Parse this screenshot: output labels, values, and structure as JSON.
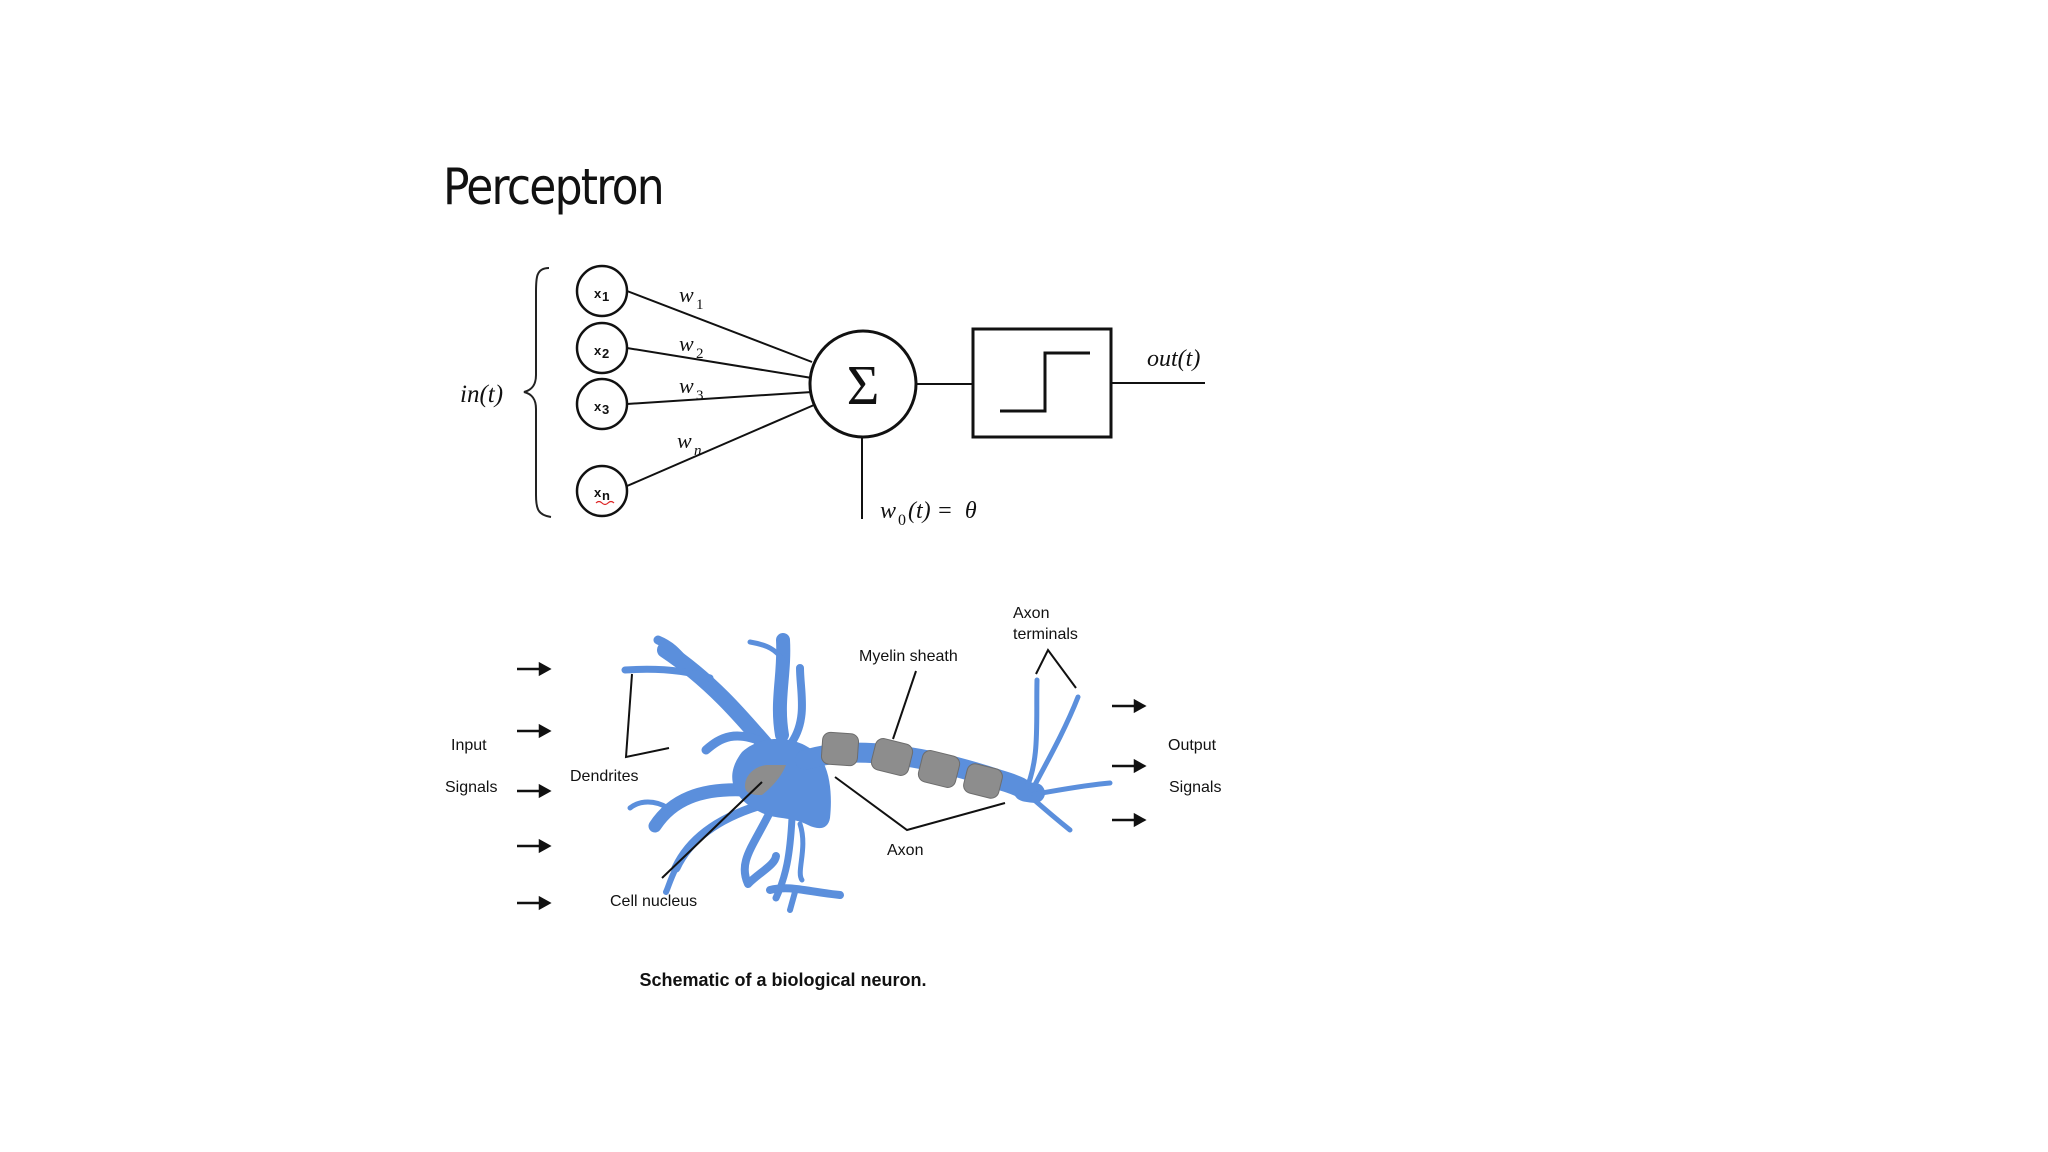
{
  "title": "Perceptron",
  "perceptron": {
    "input_group_label": "in(t)",
    "inputs": [
      {
        "base": "x",
        "sub": "1"
      },
      {
        "base": "x",
        "sub": "2"
      },
      {
        "base": "x",
        "sub": "3"
      },
      {
        "base": "x",
        "sub": "n"
      }
    ],
    "weights": [
      {
        "base": "w",
        "sub": "1"
      },
      {
        "base": "w",
        "sub": "2"
      },
      {
        "base": "w",
        "sub": "3"
      },
      {
        "base": "w",
        "sub": "n"
      }
    ],
    "sum_symbol": "Σ",
    "bias_label": {
      "base": "w",
      "sub": "0",
      "rest": "(t) =  θ"
    },
    "output_label": "out(t)"
  },
  "neuron": {
    "input_signals": [
      "Input",
      "Signals"
    ],
    "output_signals": [
      "Output",
      "Signals"
    ],
    "labels": {
      "dendrites": "Dendrites",
      "cell_nucleus": "Cell nucleus",
      "myelin_sheath": "Myelin sheath",
      "axon": "Axon",
      "axon_terminals": [
        "Axon",
        "terminals"
      ]
    },
    "caption": "Schematic of a biological neuron.",
    "colors": {
      "cell": "#5b8fdc",
      "sheath": "#8d8d8d"
    }
  }
}
